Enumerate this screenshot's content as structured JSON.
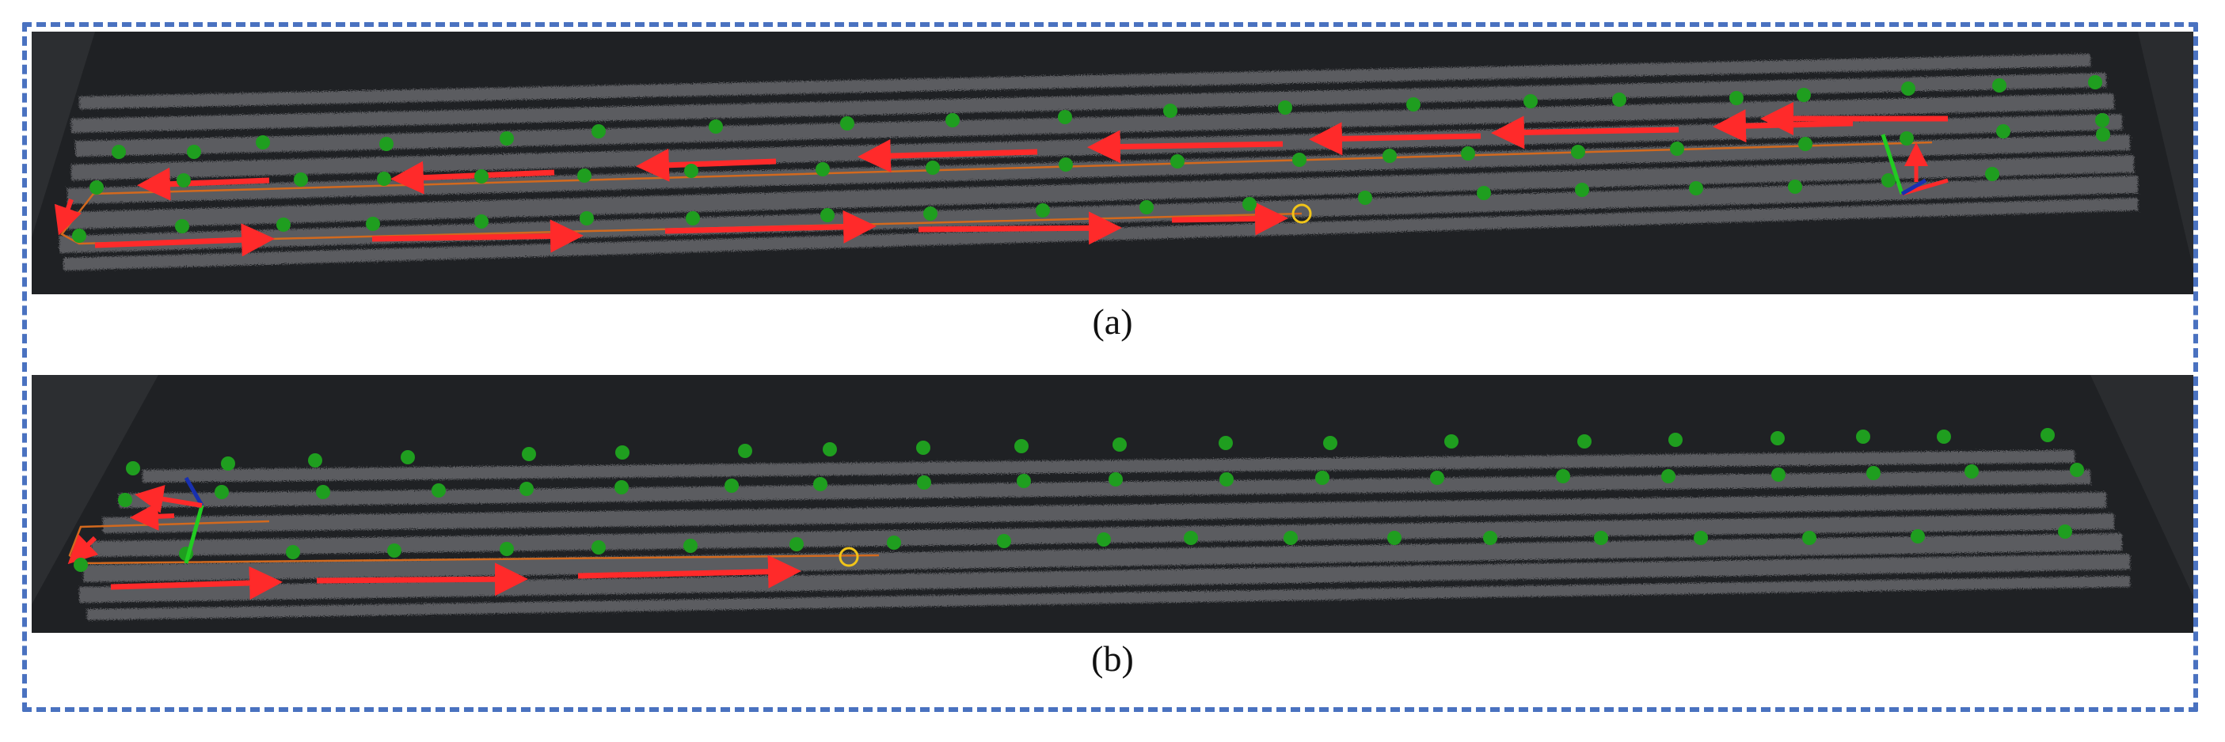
{
  "figure": {
    "colors": {
      "frame": "#4a72c0",
      "background": "#1f2124",
      "crop_rows": "#5e6063",
      "plant_points": "#1f9e1f",
      "heading_arrows": "#ff2a2a",
      "path_line": "#d2691e",
      "goal_marker": "#f0c419",
      "axis_blue": "#1830b0",
      "axis_green": "#22cc22"
    },
    "icons": [
      "point-cloud-map",
      "waypoint-dots",
      "arrow-icon",
      "trajectory-line",
      "goal-circle-icon",
      "robot-axes-icon"
    ]
  },
  "panels": [
    {
      "id": "a",
      "caption": "(a)"
    },
    {
      "id": "b",
      "caption": "(b)"
    }
  ]
}
